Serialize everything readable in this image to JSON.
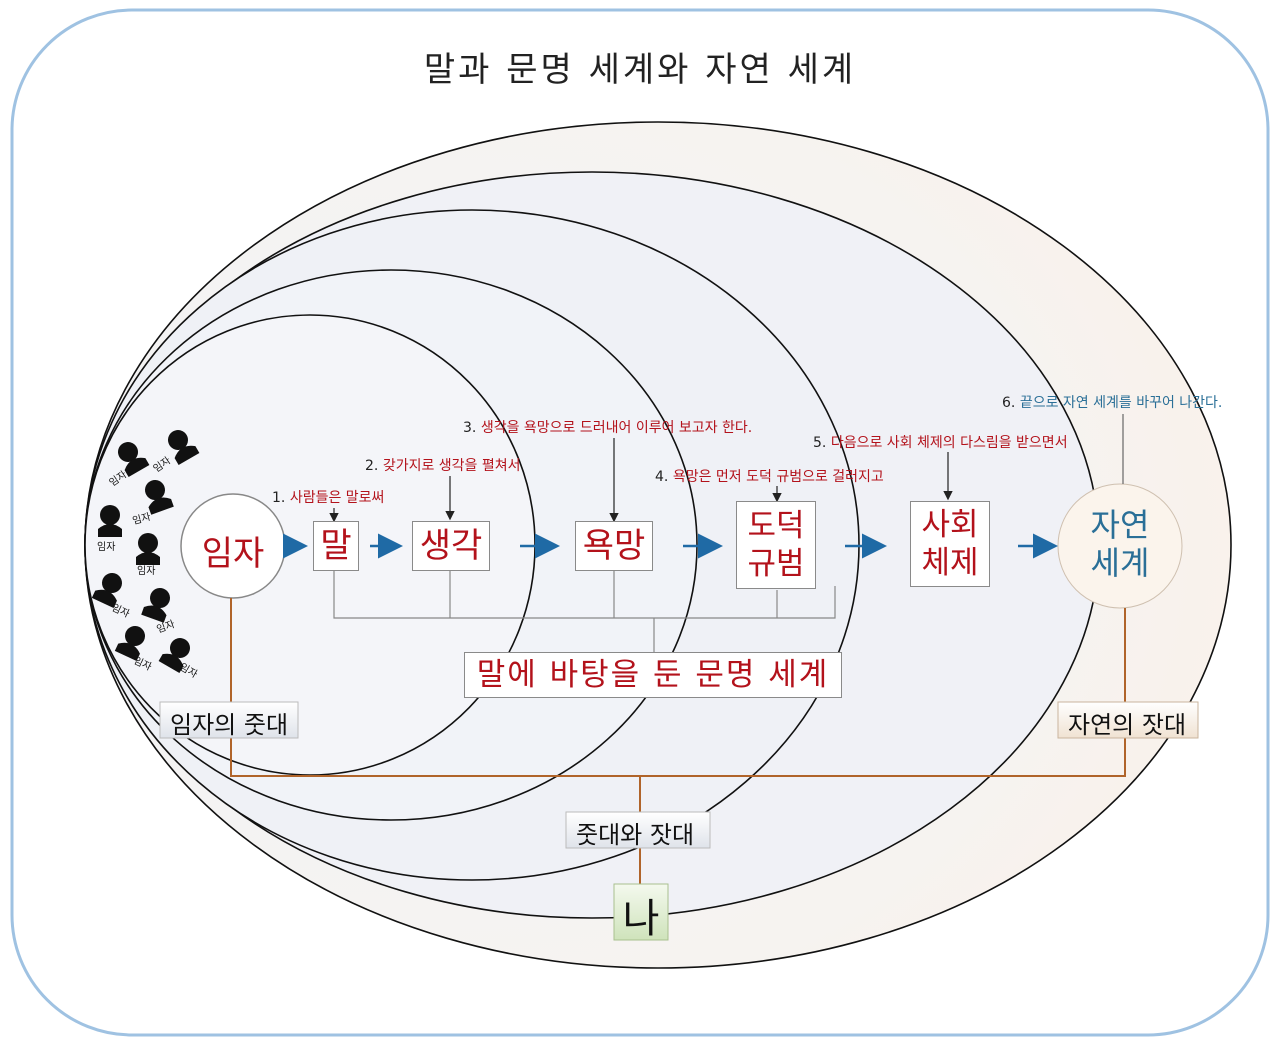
{
  "title": "말과 문명 세계와 자연 세계",
  "nodes": {
    "imja": "임자",
    "mal": "말",
    "saenggak": "생각",
    "yokmang": "욕망",
    "dodeok_line1": "도덕",
    "dodeok_line2": "규범",
    "sahoe_line1": "사회",
    "sahoe_line2": "체제",
    "jayeon_line1": "자연",
    "jayeon_line2": "세계",
    "na": "나"
  },
  "notes": {
    "n1_num": "1.",
    "n1_text": "사람들은 말로써",
    "n2_num": "2.",
    "n2_text": "갖가지로 생각을 펼쳐서",
    "n3_num": "3.",
    "n3_text": "생각을 욕망으로 드러내어 이루어 보고자 한다.",
    "n4_num": "4.",
    "n4_text": "욕망은 먼저 도덕 규범으로 걸러지고",
    "n5_num": "5.",
    "n5_text": "다음으로 사회 체제의 다스림을 받으면서",
    "n6_num": "6.",
    "n6_text": "끝으로 자연 세계를 바꾸어 나간다."
  },
  "labels": {
    "civilization": "말에 바탕을 둔 문명 세계",
    "imja_jutdae": "임자의 줏대",
    "jayeon_jatdae": "자연의 잣대",
    "jutdae_jatdae": "줏대와 잣대"
  },
  "people_label": "임자",
  "colors": {
    "accent_red": "#b3121b",
    "arrow_blue": "#1f6aa5",
    "connector_brown": "#b0642a",
    "nature_blue": "#2a6f97",
    "na_green": "#e3efd6"
  }
}
